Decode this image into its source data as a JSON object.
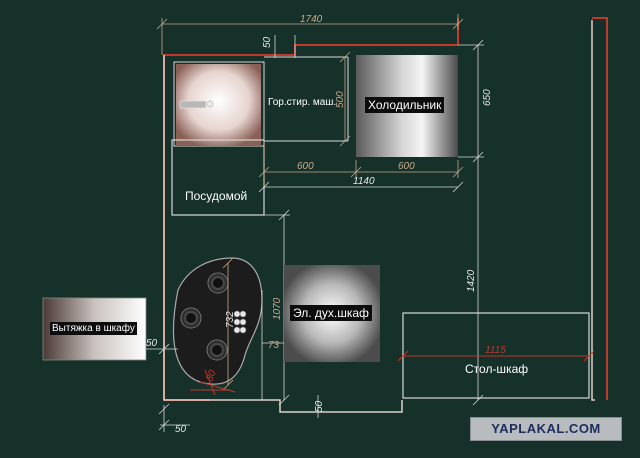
{
  "labels": {
    "washer": "Гор.стир. маш.",
    "fridge": "Холодильник",
    "dishwasher": "Посудомой",
    "oven": "Эл. дух.шкаф",
    "hood": "Вытяжка в шкафу",
    "table": "Стол-шкаф"
  },
  "dimensions": {
    "top_width": "1740",
    "notch": "50",
    "washer_depth": "500",
    "fridge_height": "650",
    "left_600": "600",
    "right_600": "600",
    "mid_1140": "1140",
    "right_1420": "1420",
    "cooktop_732": "732",
    "cooktop_1070": "1070",
    "cooktop_73": "73",
    "left_50": "50",
    "bottom_50": "50",
    "corner_50": "50",
    "table_1115": "1115"
  },
  "watermark": "YAPLAKAL.COM",
  "colors": {
    "background": "#16302a",
    "wall": "#c0392b",
    "lines": "#d8d8d8"
  }
}
